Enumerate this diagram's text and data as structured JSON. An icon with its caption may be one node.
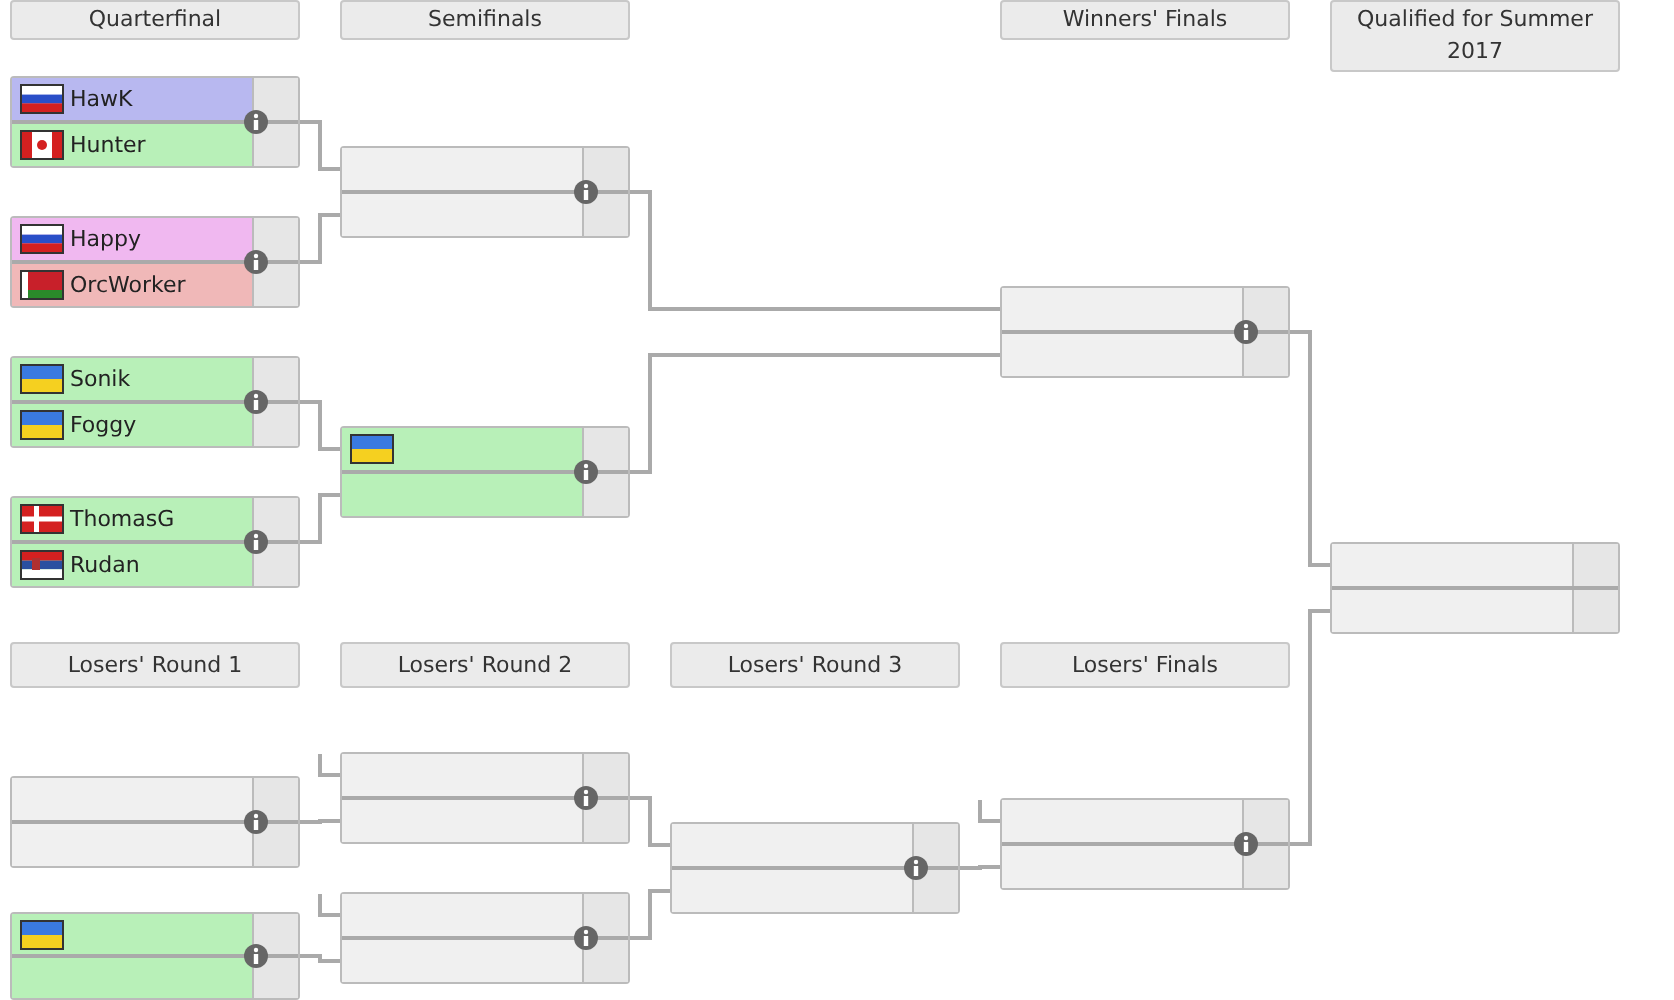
{
  "diagram": {
    "nodes": [
      {
        "text": [
          "Quarterfinal"
        ]
      },
      {
        "text": [
          "Semifinals"
        ]
      },
      {
        "text": [
          "Winners' Finals"
        ]
      },
      {
        "text": [
          "Qualified for Summer 2017"
        ]
      },
      {
        "text": [],
        "shape": "box"
      },
      {
        "text": [
          "HawK"
        ],
        "in": 4
      },
      {
        "text": [
          "Hunter"
        ],
        "in": 4
      },
      {
        "text": [],
        "shape": "box"
      },
      {
        "text": [
          "Happy"
        ],
        "in": 7
      },
      {
        "text": [
          "OrcWorker"
        ],
        "in": 7
      },
      {
        "text": [],
        "shape": "box"
      },
      {
        "text": [
          "Sonik"
        ],
        "in": 10
      },
      {
        "text": [
          "Foggy"
        ],
        "in": 10
      },
      {
        "text": [],
        "shape": "box"
      },
      {
        "text": [
          "ThomasG"
        ],
        "in": 13
      },
      {
        "text": [
          "Rudan"
        ],
        "in": 13
      },
      {
        "text": [],
        "shape": "box"
      },
      {
        "text": [],
        "shape": "bar",
        "in": 16
      },
      {
        "text": [],
        "shape": "bar",
        "in": 16
      },
      {
        "text": [],
        "shape": "box"
      },
      {
        "text": [],
        "shape": "bar",
        "in": 19
      },
      {
        "text": [],
        "shape": "bar",
        "in": 19
      },
      {
        "text": [],
        "shape": "box"
      },
      {
        "text": [],
        "shape": "bar",
        "in": 22
      },
      {
        "text": [],
        "shape": "bar",
        "in": 22
      },
      {
        "text": [],
        "shape": "box"
      },
      {
        "text": [],
        "shape": "bar",
        "in": 25
      },
      {
        "text": [],
        "shape": "bar",
        "in": 25
      },
      {
        "text": [
          "Losers' Round 1"
        ]
      },
      {
        "text": [
          "Losers' Round 2"
        ]
      },
      {
        "text": [
          "Losers' Round 3"
        ]
      },
      {
        "text": [
          "Losers' Finals"
        ]
      },
      {
        "text": [],
        "shape": "box"
      },
      {
        "text": [],
        "shape": "bar",
        "in": 32
      },
      {
        "text": [],
        "shape": "bar",
        "in": 32
      },
      {
        "text": [],
        "shape": "box"
      },
      {
        "text": [],
        "shape": "bar",
        "in": 35
      },
      {
        "text": [],
        "shape": "bar",
        "in": 35
      },
      {
        "text": [],
        "shape": "box"
      },
      {
        "text": [],
        "shape": "bar",
        "in": 38
      },
      {
        "text": [],
        "shape": "bar",
        "in": 38
      },
      {
        "text": [],
        "shape": "box"
      },
      {
        "text": [],
        "shape": "bar",
        "in": 41
      },
      {
        "text": [],
        "shape": "bar",
        "in": 41
      },
      {
        "text": [],
        "shape": "box"
      },
      {
        "text": [],
        "shape": "bar",
        "in": 44
      },
      {
        "text": [],
        "shape": "bar",
        "in": 44
      },
      {
        "text": [],
        "shape": "box"
      },
      {
        "text": [],
        "shape": "bar",
        "in": 47
      },
      {
        "text": [],
        "shape": "bar",
        "in": 47
      }
    ],
    "edges": [
      {
        "from": 4,
        "to": 16,
        "arrow": "none"
      },
      {
        "from": 7,
        "to": 16,
        "arrow": "none"
      },
      {
        "from": 10,
        "to": 19,
        "arrow": "none"
      },
      {
        "from": 13,
        "to": 19,
        "arrow": "none"
      },
      {
        "from": 16,
        "to": 22,
        "arrow": "none"
      },
      {
        "from": 19,
        "to": 22,
        "arrow": "none"
      },
      {
        "from": 22,
        "to": 25,
        "arrow": "none"
      },
      {
        "from": 47,
        "to": 25,
        "arrow": "none"
      },
      {
        "from": null,
        "to": 38,
        "arrow": "none"
      },
      {
        "from": null,
        "to": 41,
        "arrow": "none"
      },
      {
        "from": 32,
        "to": 38,
        "arrow": "none"
      },
      {
        "from": 35,
        "to": 41,
        "arrow": "none"
      },
      {
        "from": 38,
        "to": 44,
        "arrow": "none"
      },
      {
        "from": 41,
        "to": 44,
        "arrow": "none"
      },
      {
        "from": null,
        "to": 47,
        "arrow": "none"
      },
      {
        "from": 44,
        "to": 47,
        "arrow": "none"
      }
    ]
  }
}
